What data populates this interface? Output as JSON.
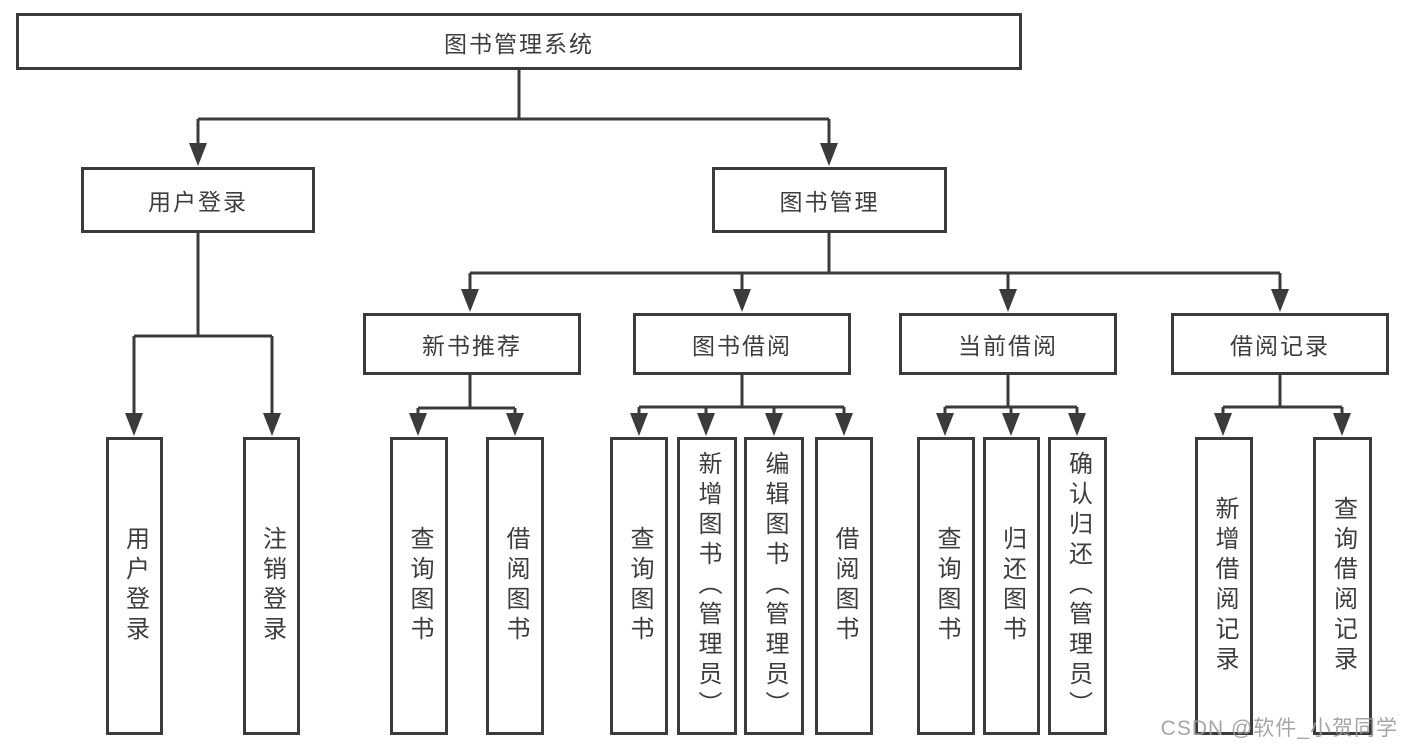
{
  "colors": {
    "line": "#3b3b3b",
    "box_border": "#3b3b3b",
    "box_fill": "#ffffff",
    "text": "#3d3d3d",
    "watermark": "#9b9fa4",
    "background": "#ffffff"
  },
  "watermark": {
    "text": "CSDN @软件_小贺同学"
  },
  "nodes": {
    "root": {
      "label": "图书管理系统"
    },
    "level2": [
      {
        "label": "用户登录",
        "parent": "图书管理系统"
      },
      {
        "label": "图书管理",
        "parent": "图书管理系统"
      }
    ],
    "level3": [
      {
        "label": "新书推荐",
        "parent": "图书管理"
      },
      {
        "label": "图书借阅",
        "parent": "图书管理"
      },
      {
        "label": "当前借阅",
        "parent": "图书管理"
      },
      {
        "label": "借阅记录",
        "parent": "图书管理"
      }
    ],
    "level4": [
      {
        "label": "用户登录",
        "parent": "用户登录"
      },
      {
        "label": "注销登录",
        "parent": "用户登录"
      },
      {
        "label": "查询图书",
        "parent": "新书推荐"
      },
      {
        "label": "借阅图书",
        "parent": "新书推荐"
      },
      {
        "label": "查询图书",
        "parent": "图书借阅"
      },
      {
        "label": "新增图书（管理员）",
        "parent": "图书借阅"
      },
      {
        "label": "编辑图书（管理员）",
        "parent": "图书借阅"
      },
      {
        "label": "借阅图书",
        "parent": "图书借阅"
      },
      {
        "label": "查询图书",
        "parent": "当前借阅"
      },
      {
        "label": "归还图书",
        "parent": "当前借阅"
      },
      {
        "label": "确认归还（管理员）",
        "parent": "当前借阅"
      },
      {
        "label": "新增借阅记录",
        "parent": "借阅记录"
      },
      {
        "label": "查询借阅记录",
        "parent": "借阅记录"
      }
    ]
  }
}
